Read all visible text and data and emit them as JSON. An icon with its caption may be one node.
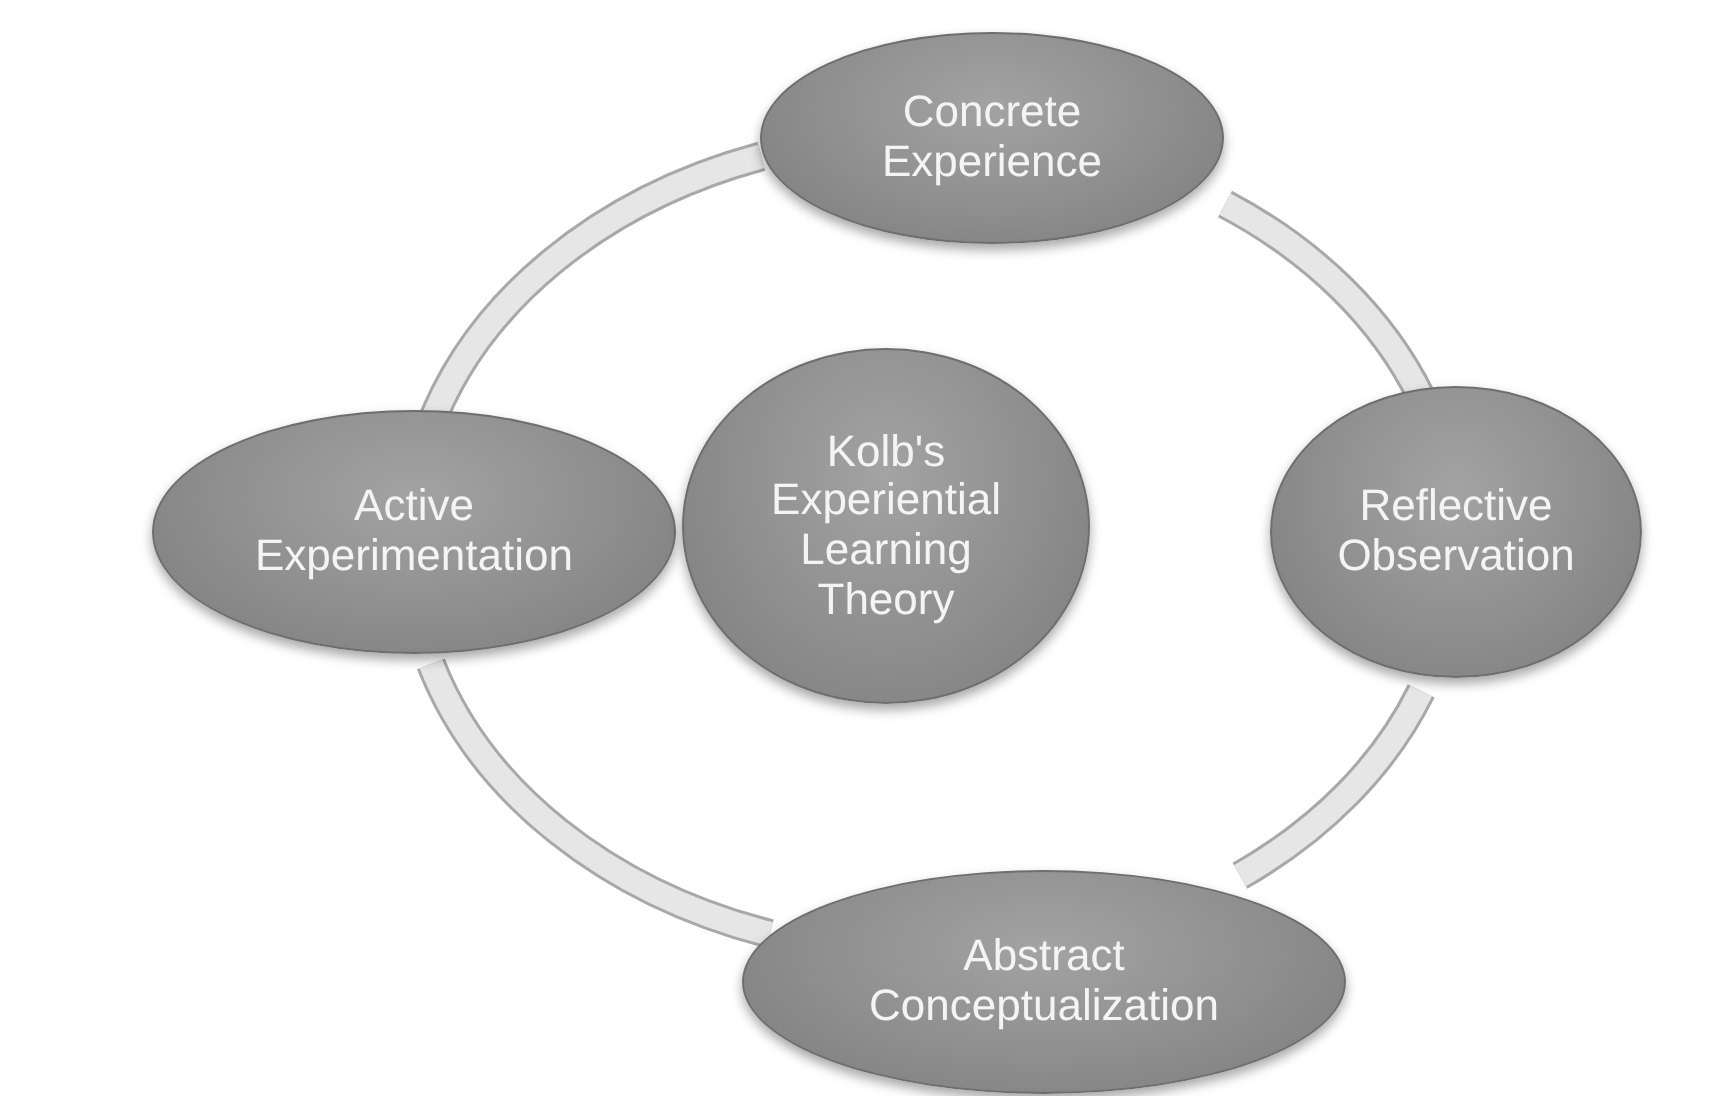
{
  "diagram": {
    "nodes": [
      {
        "text": [
          "Concrete Experience"
        ]
      },
      {
        "text": [
          "Active Experimentation"
        ]
      },
      {
        "text": [
          "Kolb's Experiential Learning Theory"
        ]
      },
      {
        "text": [
          "Reflective Observation"
        ]
      },
      {
        "text": [
          "Abstract Conceptualization"
        ]
      }
    ],
    "edges": [
      {
        "from": 0,
        "to": 3,
        "arrow": "none"
      },
      {
        "from": 3,
        "to": 4,
        "arrow": "none"
      },
      {
        "from": 4,
        "to": 1,
        "arrow": "none"
      },
      {
        "from": 1,
        "to": 0,
        "arrow": "none"
      }
    ]
  }
}
